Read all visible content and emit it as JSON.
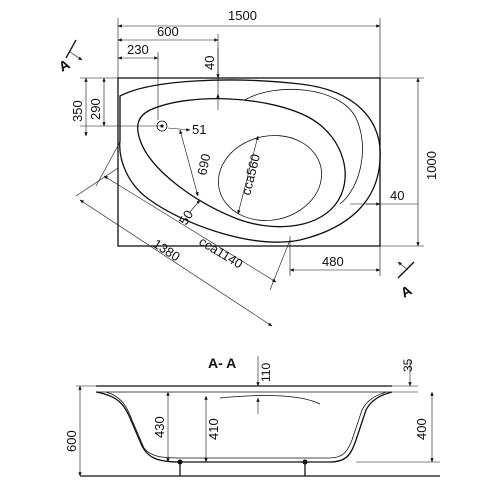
{
  "top_view": {
    "dim_width": "1500",
    "dim_600": "600",
    "dim_230": "230",
    "dim_40_top": "40",
    "dim_350": "350",
    "dim_290": "290",
    "dim_51": "51",
    "dim_690": "690",
    "dim_cca560": "cca560",
    "dim_50": "50",
    "dim_1380": "1380",
    "dim_cca1140": "cca1140",
    "dim_40_right": "40",
    "dim_480": "480",
    "dim_1000": "1000",
    "section_mark_left": "A",
    "section_mark_right": "A"
  },
  "section_view": {
    "title": "A- A",
    "dim_110": "110",
    "dim_35": "35",
    "dim_600": "600",
    "dim_430": "430",
    "dim_410": "410",
    "dim_400": "400"
  }
}
